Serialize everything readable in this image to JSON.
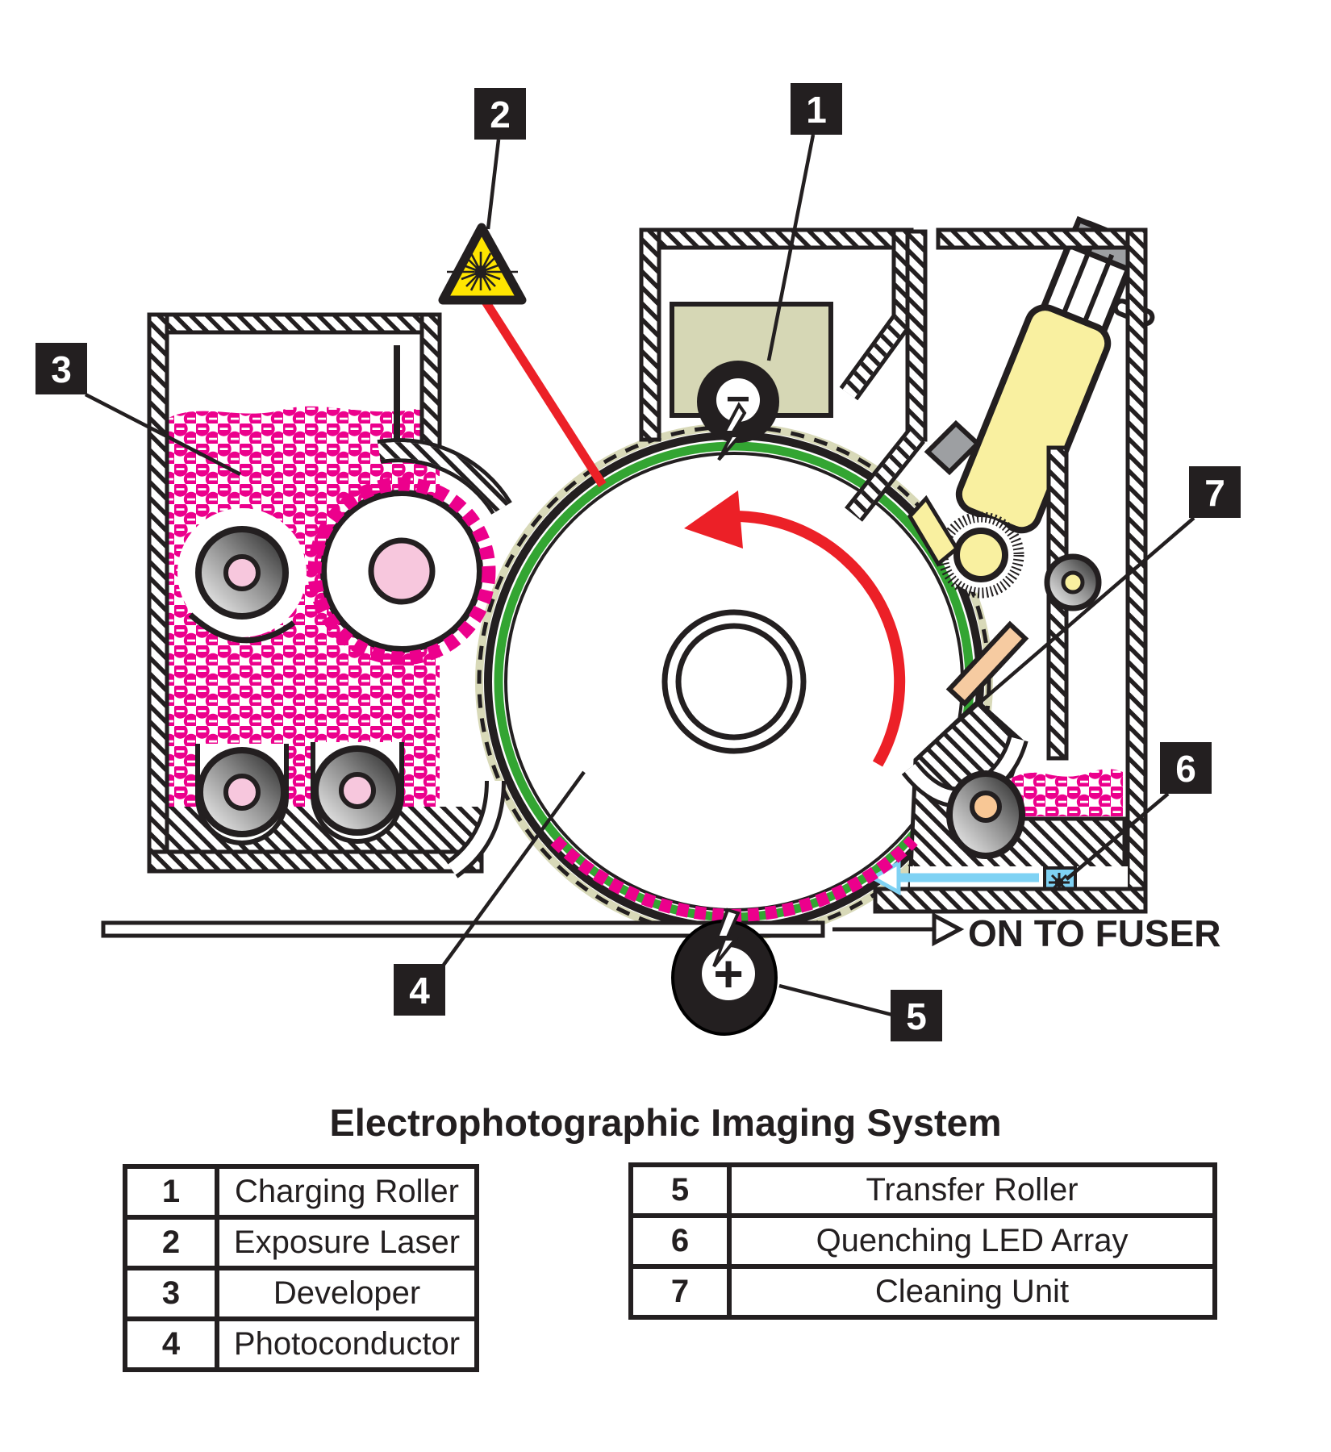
{
  "title": "Electrophotographic Imaging System",
  "fuser_label": "ON TO FUSER",
  "callouts": [
    {
      "num": "1",
      "label": "Charging Roller"
    },
    {
      "num": "2",
      "label": "Exposure Laser"
    },
    {
      "num": "3",
      "label": "Developer"
    },
    {
      "num": "4",
      "label": "Photoconductor"
    },
    {
      "num": "5",
      "label": "Transfer Roller"
    },
    {
      "num": "6",
      "label": "Quenching LED Array"
    },
    {
      "num": "7",
      "label": "Cleaning Unit"
    }
  ],
  "legend": {
    "left": {
      "rows": [
        {
          "num": "1",
          "label": "Charging Roller"
        },
        {
          "num": "2",
          "label": "Exposure Laser"
        },
        {
          "num": "3",
          "label": "Developer"
        },
        {
          "num": "4",
          "label": "Photoconductor"
        }
      ]
    },
    "right": {
      "rows": [
        {
          "num": "5",
          "label": "Transfer Roller"
        },
        {
          "num": "6",
          "label": "Quenching LED Array"
        },
        {
          "num": "7",
          "label": "Cleaning Unit"
        }
      ]
    }
  },
  "icons": {
    "laser_warning": "laser-burst-warning-triangle",
    "negative_charge": "−",
    "positive_charge": "+",
    "quench_led": "led-light-burst",
    "rotation": "counterclockwise-arrow"
  },
  "colors": {
    "outline": "#231F20",
    "magenta_toner": "#EC008C",
    "drum_green": "#33A532",
    "laser_red": "#EC2027",
    "warning_yellow": "#FFE500",
    "waste_yellow": "#F9F0A0",
    "charge_box_khaki": "#D6D7B5",
    "drum_band_khaki": "#D8D9B8",
    "quench_blue": "#7FD2F4",
    "roller_pink": "#F7C7DD",
    "waste_core_peach": "#F8C795",
    "wiper_tan": "#F6CBA1",
    "pad_gray": "#9D9FA2"
  }
}
